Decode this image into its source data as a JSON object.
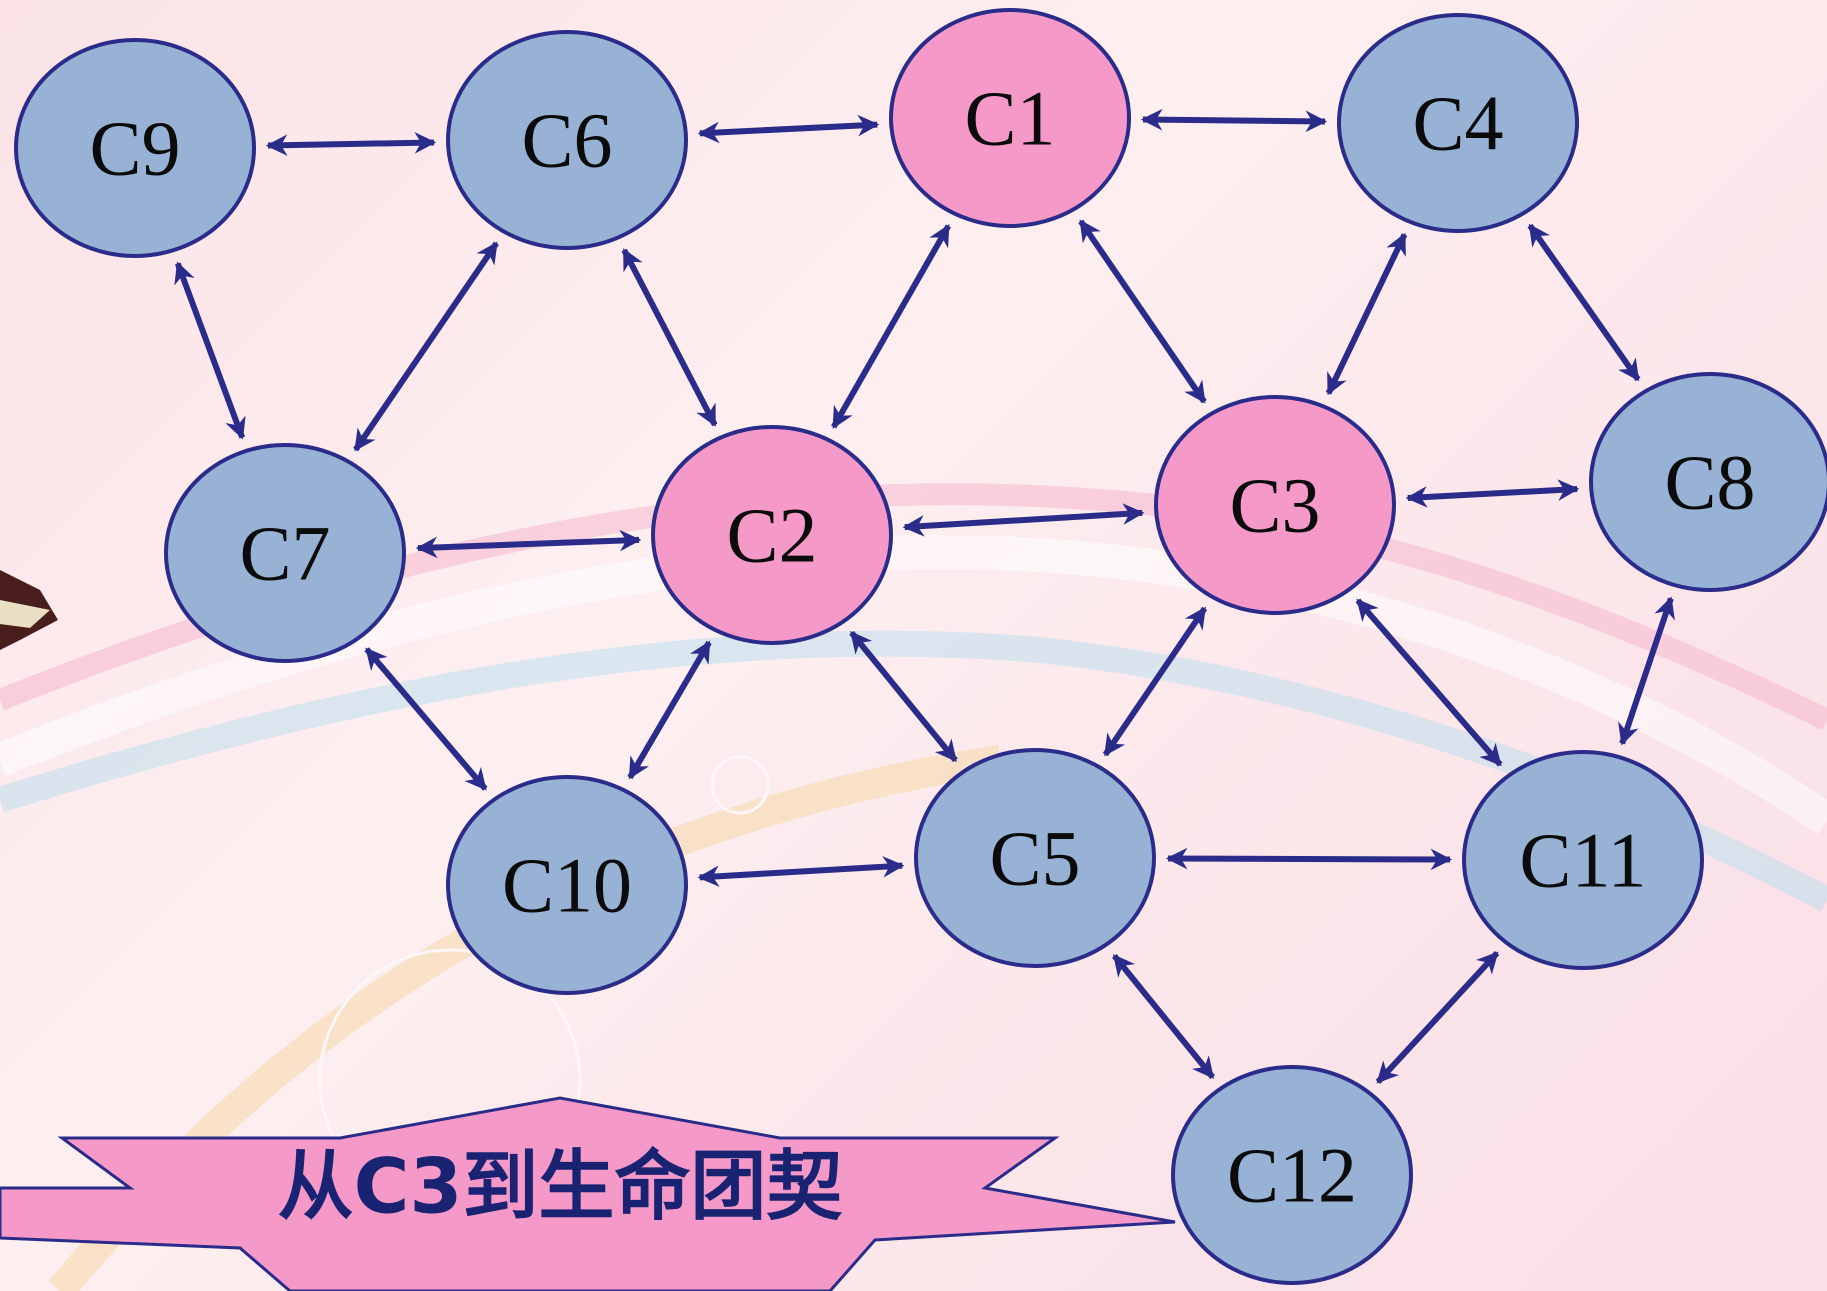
{
  "colors": {
    "highlight_fill": "#f59ac8",
    "normal_fill": "#97b2d5",
    "node_stroke": "#2b2c8a",
    "arrow": "#2b2c8a",
    "banner_fill": "#f59ac8",
    "banner_text": "#1a2372"
  },
  "banner": {
    "text": "从C3到生命团契"
  },
  "nodes": [
    {
      "id": "C1",
      "label": "C1",
      "highlight": true
    },
    {
      "id": "C2",
      "label": "C2",
      "highlight": true
    },
    {
      "id": "C3",
      "label": "C3",
      "highlight": true
    },
    {
      "id": "C4",
      "label": "C4",
      "highlight": false
    },
    {
      "id": "C5",
      "label": "C5",
      "highlight": false
    },
    {
      "id": "C6",
      "label": "C6",
      "highlight": false
    },
    {
      "id": "C7",
      "label": "C7",
      "highlight": false
    },
    {
      "id": "C8",
      "label": "C8",
      "highlight": false
    },
    {
      "id": "C9",
      "label": "C9",
      "highlight": false
    },
    {
      "id": "C10",
      "label": "C10",
      "highlight": false
    },
    {
      "id": "C11",
      "label": "C11",
      "highlight": false
    },
    {
      "id": "C12",
      "label": "C12",
      "highlight": false
    }
  ],
  "edges": [
    [
      "C9",
      "C6"
    ],
    [
      "C6",
      "C1"
    ],
    [
      "C1",
      "C4"
    ],
    [
      "C9",
      "C7"
    ],
    [
      "C6",
      "C7"
    ],
    [
      "C6",
      "C2"
    ],
    [
      "C1",
      "C2"
    ],
    [
      "C1",
      "C3"
    ],
    [
      "C4",
      "C3"
    ],
    [
      "C4",
      "C8"
    ],
    [
      "C7",
      "C2"
    ],
    [
      "C2",
      "C3"
    ],
    [
      "C3",
      "C8"
    ],
    [
      "C7",
      "C10"
    ],
    [
      "C2",
      "C10"
    ],
    [
      "C2",
      "C5"
    ],
    [
      "C3",
      "C5"
    ],
    [
      "C3",
      "C11"
    ],
    [
      "C8",
      "C11"
    ],
    [
      "C10",
      "C5"
    ],
    [
      "C5",
      "C11"
    ],
    [
      "C5",
      "C12"
    ],
    [
      "C11",
      "C12"
    ]
  ]
}
